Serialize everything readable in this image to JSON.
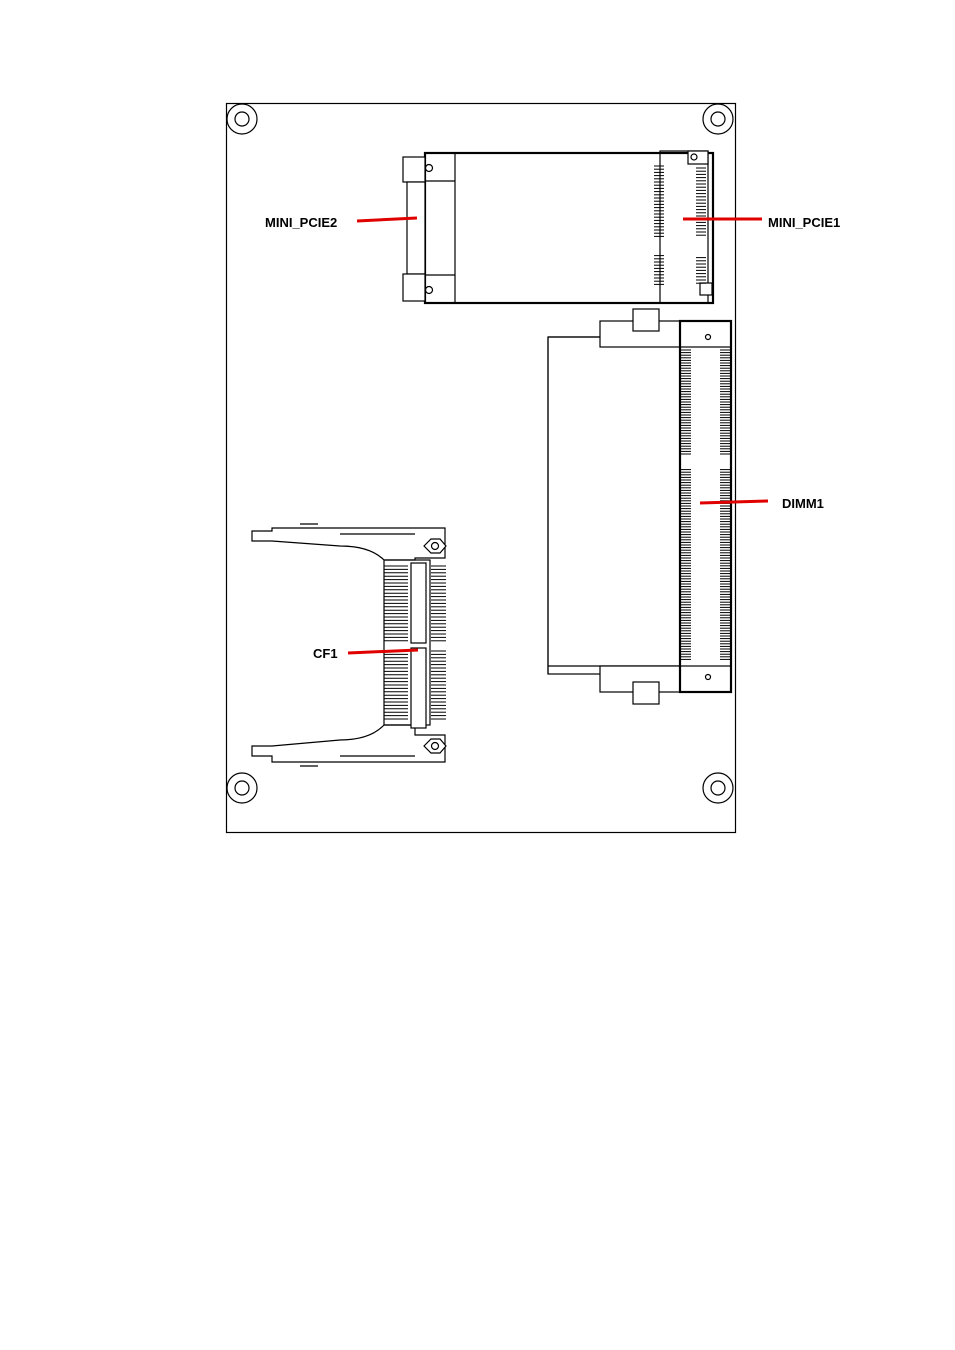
{
  "labels": {
    "mini_pcie2": "MINI_PCIE2",
    "mini_pcie1": "MINI_PCIE1",
    "dimm1": "DIMM1",
    "cf1": "CF1"
  },
  "colors": {
    "outline": "#000000",
    "leader_line": "#e00000",
    "background": "#ffffff"
  }
}
